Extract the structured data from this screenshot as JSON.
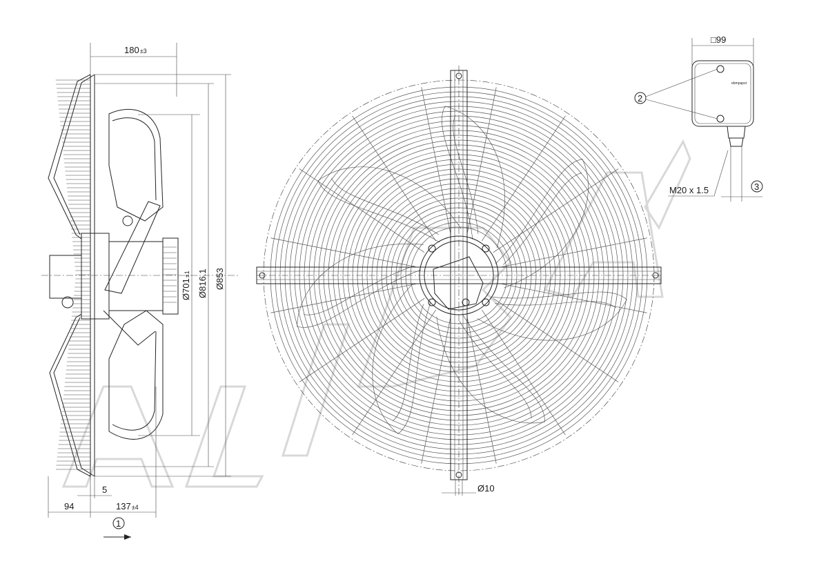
{
  "side_view": {
    "depth_label": "180",
    "depth_tol": "±3",
    "d701_label": "Ø701",
    "d701_tol": "±1",
    "d816_label": "Ø816.1",
    "d853_label": "Ø853",
    "offset_5": "5",
    "width_94": "94",
    "width_137_label": "137",
    "width_137_tol": "±4",
    "callout_1": "1"
  },
  "front_view": {
    "hole_label": "Ø10"
  },
  "terminal_box": {
    "size_label": "□99",
    "thread_label": "M20 x 1.5",
    "callout_2": "2",
    "callout_3": "3",
    "brand_text": "ebmpapst"
  },
  "watermark": {
    "text": "ALIBABA"
  }
}
